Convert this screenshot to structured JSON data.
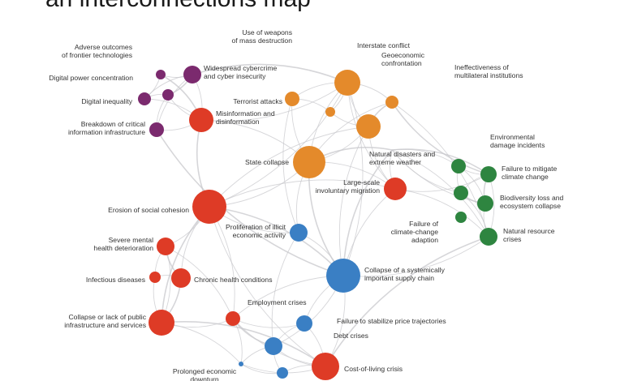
{
  "title": "an interconnections map",
  "colors": {
    "technological": "#7b2a6e",
    "societal": "#de3b26",
    "geopolitical": "#e48a2b",
    "environmental": "#2e8540",
    "economic": "#3a7fc4",
    "edge": "#c8c8cc"
  },
  "nodes": [
    {
      "id": "adverse-outcomes",
      "label": [
        "Adverse outcomes",
        "of frontier technologies"
      ],
      "group": "technological"
    },
    {
      "id": "digital-power",
      "label": [
        "Digital power concentration"
      ],
      "group": "technological"
    },
    {
      "id": "digital-inequality",
      "label": [
        "Digital inequality"
      ],
      "group": "technological"
    },
    {
      "id": "breakdown-infrastructure",
      "label": [
        "Breakdown of critical",
        "information infrastructure"
      ],
      "group": "technological"
    },
    {
      "id": "cybercrime",
      "label": [
        "Widespread cybercrime",
        "and cyber insecurity"
      ],
      "group": "technological"
    },
    {
      "id": "misinformation",
      "label": [
        "Misinformation and",
        "disinformation"
      ],
      "group": "societal"
    },
    {
      "id": "weapons",
      "label": [
        "Use of weapons",
        "of mass destruction"
      ],
      "group": "geopolitical"
    },
    {
      "id": "interstate-conflict",
      "label": [
        "Interstate conflict"
      ],
      "group": "geopolitical"
    },
    {
      "id": "geoeconomic",
      "label": [
        "Geoeconomic",
        "confrontation"
      ],
      "group": "geopolitical"
    },
    {
      "id": "multilateral",
      "label": [
        "Ineffectiveness of",
        "multilateral institutions"
      ],
      "group": "geopolitical"
    },
    {
      "id": "terrorist",
      "label": [
        "Terrorist attacks"
      ],
      "group": "geopolitical"
    },
    {
      "id": "state-collapse",
      "label": [
        "State collapse"
      ],
      "group": "geopolitical"
    },
    {
      "id": "natural-disasters",
      "label": [
        "Natural disasters and",
        "extreme weather"
      ],
      "group": "environmental"
    },
    {
      "id": "migration",
      "label": [
        "Large-scale",
        "involuntary migration"
      ],
      "group": "societal"
    },
    {
      "id": "env-damage",
      "label": [
        "Environmental",
        "damage incidents"
      ],
      "group": "environmental"
    },
    {
      "id": "mitigate",
      "label": [
        "Failure to mitigate",
        "climate change"
      ],
      "group": "environmental"
    },
    {
      "id": "biodiversity",
      "label": [
        "Biodiversity loss and",
        "ecosystem collapse"
      ],
      "group": "environmental"
    },
    {
      "id": "adaptation",
      "label": [
        "Failure of",
        "climate-change",
        "adaption"
      ],
      "group": "environmental"
    },
    {
      "id": "natural-resource",
      "label": [
        "Natural resource",
        "crises"
      ],
      "group": "environmental"
    },
    {
      "id": "social-cohesion",
      "label": [
        "Erosion of social cohesion"
      ],
      "group": "societal"
    },
    {
      "id": "illicit",
      "label": [
        "Proliferation of illicit",
        "economic activity"
      ],
      "group": "economic"
    },
    {
      "id": "mental-health",
      "label": [
        "Severe mental",
        "health deterioration"
      ],
      "group": "societal"
    },
    {
      "id": "infectious",
      "label": [
        "Infectious diseases"
      ],
      "group": "societal"
    },
    {
      "id": "chronic",
      "label": [
        "Chronic health conditions"
      ],
      "group": "societal"
    },
    {
      "id": "supply-chain",
      "label": [
        "Collapse of a systemically",
        "important supply chain"
      ],
      "group": "economic"
    },
    {
      "id": "public-infrastructure",
      "label": [
        "Collapse or lack of public",
        "infrastructure and services"
      ],
      "group": "societal"
    },
    {
      "id": "employment",
      "label": [
        "Employment crises"
      ],
      "group": "societal"
    },
    {
      "id": "price",
      "label": [
        "Failure to stabilize price trajectories"
      ],
      "group": "economic"
    },
    {
      "id": "debt",
      "label": [
        "Debt crises"
      ],
      "group": "economic"
    },
    {
      "id": "cost-of-living",
      "label": [
        "Cost-of-living crisis"
      ],
      "group": "societal"
    },
    {
      "id": "downturn",
      "label": [
        "Prolonged economic",
        "downturn"
      ],
      "group": "economic"
    },
    {
      "id": "asset-bubble",
      "label": [],
      "group": "economic"
    }
  ],
  "edges": [
    [
      "social-cohesion",
      "misinformation"
    ],
    [
      "social-cohesion",
      "state-collapse"
    ],
    [
      "social-cohesion",
      "mental-health"
    ],
    [
      "social-cohesion",
      "cost-of-living"
    ],
    [
      "social-cohesion",
      "migration"
    ],
    [
      "social-cohesion",
      "public-infrastructure"
    ],
    [
      "social-cohesion",
      "geoeconomic"
    ],
    [
      "social-cohesion",
      "interstate-conflict"
    ],
    [
      "social-cohesion",
      "employment"
    ],
    [
      "social-cohesion",
      "chronic"
    ],
    [
      "social-cohesion",
      "supply-chain"
    ],
    [
      "social-cohesion",
      "illicit"
    ],
    [
      "state-collapse",
      "interstate-conflict"
    ],
    [
      "state-collapse",
      "geoeconomic"
    ],
    [
      "state-collapse",
      "migration"
    ],
    [
      "state-collapse",
      "supply-chain"
    ],
    [
      "state-collapse",
      "terrorist"
    ],
    [
      "state-collapse",
      "misinformation"
    ],
    [
      "state-collapse",
      "multilateral"
    ],
    [
      "state-collapse",
      "illicit"
    ],
    [
      "state-collapse",
      "natural-disasters"
    ],
    [
      "interstate-conflict",
      "geoeconomic"
    ],
    [
      "interstate-conflict",
      "weapons"
    ],
    [
      "interstate-conflict",
      "terrorist"
    ],
    [
      "interstate-conflict",
      "misinformation"
    ],
    [
      "interstate-conflict",
      "cybercrime"
    ],
    [
      "interstate-conflict",
      "multilateral"
    ],
    [
      "interstate-conflict",
      "migration"
    ],
    [
      "interstate-conflict",
      "supply-chain"
    ],
    [
      "geoeconomic",
      "supply-chain"
    ],
    [
      "geoeconomic",
      "multilateral"
    ],
    [
      "geoeconomic",
      "migration"
    ],
    [
      "geoeconomic",
      "weapons"
    ],
    [
      "misinformation",
      "cybercrime"
    ],
    [
      "misinformation",
      "digital-inequality"
    ],
    [
      "misinformation",
      "adverse-outcomes"
    ],
    [
      "misinformation",
      "breakdown-infrastructure"
    ],
    [
      "misinformation",
      "digital-power"
    ],
    [
      "cybercrime",
      "adverse-outcomes"
    ],
    [
      "cybercrime",
      "digital-power"
    ],
    [
      "cybercrime",
      "digital-inequality"
    ],
    [
      "cybercrime",
      "breakdown-infrastructure"
    ],
    [
      "digital-power",
      "digital-inequality"
    ],
    [
      "digital-inequality",
      "breakdown-infrastructure"
    ],
    [
      "adverse-outcomes",
      "digital-power"
    ],
    [
      "breakdown-infrastructure",
      "supply-chain"
    ],
    [
      "migration",
      "natural-disasters"
    ],
    [
      "migration",
      "supply-chain"
    ],
    [
      "migration",
      "natural-resource"
    ],
    [
      "migration",
      "mitigate"
    ],
    [
      "natural-disasters",
      "mitigate"
    ],
    [
      "natural-disasters",
      "biodiversity"
    ],
    [
      "natural-disasters",
      "env-damage"
    ],
    [
      "natural-disasters",
      "adaptation"
    ],
    [
      "natural-disasters",
      "natural-resource"
    ],
    [
      "mitigate",
      "biodiversity"
    ],
    [
      "mitigate",
      "env-damage"
    ],
    [
      "mitigate",
      "adaptation"
    ],
    [
      "mitigate",
      "natural-resource"
    ],
    [
      "biodiversity",
      "env-damage"
    ],
    [
      "biodiversity",
      "adaptation"
    ],
    [
      "biodiversity",
      "natural-resource"
    ],
    [
      "adaptation",
      "natural-resource"
    ],
    [
      "env-damage",
      "adaptation"
    ],
    [
      "natural-resource",
      "supply-chain"
    ],
    [
      "natural-resource",
      "cost-of-living"
    ],
    [
      "supply-chain",
      "cost-of-living"
    ],
    [
      "supply-chain",
      "price"
    ],
    [
      "supply-chain",
      "debt"
    ],
    [
      "supply-chain",
      "employment"
    ],
    [
      "supply-chain",
      "natural-disasters"
    ],
    [
      "supply-chain",
      "illicit"
    ],
    [
      "cost-of-living",
      "debt"
    ],
    [
      "cost-of-living",
      "price"
    ],
    [
      "cost-of-living",
      "employment"
    ],
    [
      "cost-of-living",
      "public-infrastructure"
    ],
    [
      "cost-of-living",
      "downturn"
    ],
    [
      "cost-of-living",
      "asset-bubble"
    ],
    [
      "debt",
      "price"
    ],
    [
      "debt",
      "downturn"
    ],
    [
      "debt",
      "employment"
    ],
    [
      "debt",
      "asset-bubble"
    ],
    [
      "employment",
      "public-infrastructure"
    ],
    [
      "employment",
      "mental-health"
    ],
    [
      "employment",
      "downturn"
    ],
    [
      "public-infrastructure",
      "chronic"
    ],
    [
      "public-infrastructure",
      "infectious"
    ],
    [
      "public-infrastructure",
      "mental-health"
    ],
    [
      "public-infrastructure",
      "downturn"
    ],
    [
      "chronic",
      "infectious"
    ],
    [
      "chronic",
      "mental-health"
    ],
    [
      "mental-health",
      "infectious"
    ],
    [
      "illicit",
      "terrorist"
    ],
    [
      "illicit",
      "debt"
    ],
    [
      "terrorist",
      "weapons"
    ],
    [
      "multilateral",
      "mitigate"
    ],
    [
      "multilateral",
      "natural-resource"
    ],
    [
      "downturn",
      "asset-bubble"
    ],
    [
      "price",
      "employment"
    ]
  ]
}
